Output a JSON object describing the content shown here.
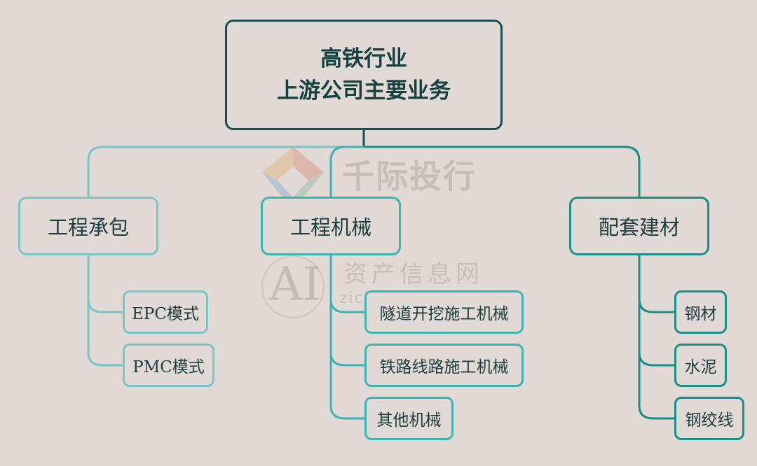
{
  "root": {
    "line1": "高铁行业",
    "line2": "上游公司主要业务"
  },
  "categories": [
    {
      "label": "工程承包",
      "items": [
        "EPC模式",
        "PMC模式"
      ]
    },
    {
      "label": "工程机械",
      "items": [
        "隧道开挖施工机械",
        "铁路线路施工机械",
        "其他机械"
      ]
    },
    {
      "label": "配套建材",
      "items": [
        "钢材",
        "水泥",
        "钢绞线"
      ]
    }
  ],
  "watermark": {
    "brand": "千际投行",
    "site": "资产信息网",
    "url": "zichanxinxi.com",
    "ai": "AI"
  },
  "colors": {
    "root": "#17504f",
    "branch1": "#7dc4c7",
    "branch2": "#3fb3b4",
    "branch3": "#1c8d89",
    "background": "#e0d9d6"
  }
}
